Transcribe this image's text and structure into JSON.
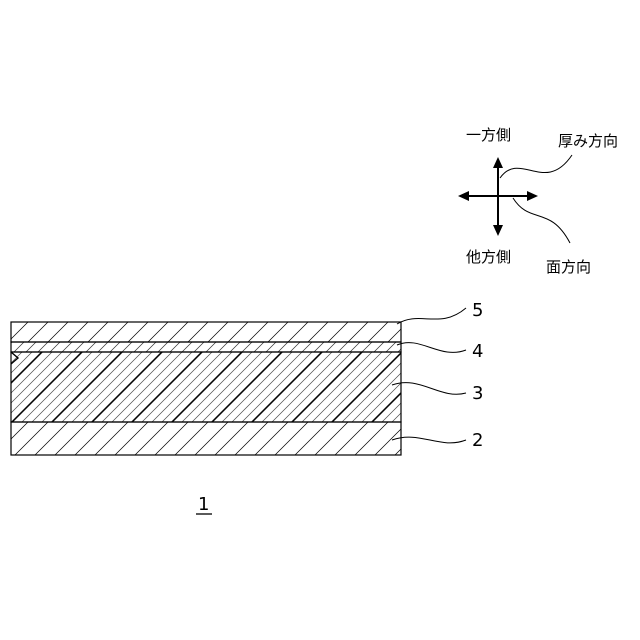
{
  "orientation": {
    "one_side": "一方側",
    "other_side": "他方側",
    "thickness_direction": "厚み方向",
    "plane_direction": "面方向"
  },
  "layers": {
    "layer5": "5",
    "layer4": "4",
    "layer3": "3",
    "layer2": "2"
  },
  "figure_number": "1"
}
